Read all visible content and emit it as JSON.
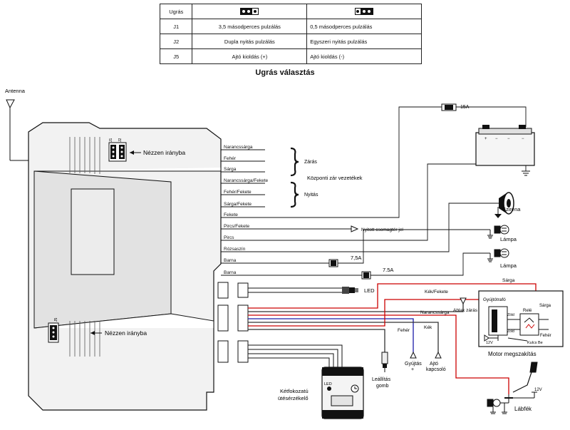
{
  "jump_table": {
    "header_label": "Ugrás",
    "rows": [
      {
        "id": "J1",
        "left": "3,5 másodperces pulzálás",
        "right": "0,5 másodperces pulzálás"
      },
      {
        "id": "J2",
        "left": "Dupla nyitás pulzálás",
        "right": "Egyszeri nyitás pulzálás"
      },
      {
        "id": "J5",
        "left": "Ajtó kioldás (+)",
        "right": "Ajtó kioldás (-)"
      }
    ],
    "caption": "Ugrás választás"
  },
  "unit": {
    "antenna": "Antenna",
    "look_direction_top": "Nézzen irányba",
    "look_direction_bottom": "Nézzen irányba",
    "jumper_j1": "J1",
    "jumper_j2": "J2",
    "jumper_j5": "J5"
  },
  "wires": [
    "Narancssárga",
    "Fehér",
    "Sárga",
    "Narancssárga/Fekete",
    "Fehér/Fekete",
    "Sárga/Fekete",
    "Fekete",
    "Pircs/Fekete",
    "Pircs",
    "Rózsaszín",
    "Barna",
    "Barna"
  ],
  "groups": {
    "locking": "Zárás",
    "unlocking": "Nyitás",
    "central_lock": "Központi zár vezetékek"
  },
  "labels": {
    "fuse_15": "15A",
    "fuse_75a": "7,5A",
    "fuse_75b": "7.5A",
    "siren": "Sziréna",
    "lamp1": "Lámpa",
    "lamp2": "Lámpa",
    "trunk": "Nyitott csomagtér jel",
    "led": "LED",
    "sarga_top": "Sárga",
    "kek_fekete": "Kék/Fekete",
    "ablak_zaras": "Ablak zárás",
    "narancssarga_bottom": "Narancssárga",
    "feher_bottom": "Fehér",
    "kek_bottom": "Kék",
    "gyujtas": "Gyújtás",
    "plus": "+",
    "ajto": "Ajtó",
    "kapcsolo": "kapcsoló",
    "leallitas": "Leállítás",
    "gomb": "gomb",
    "ketfokozatu": "Kétfokozatú",
    "utesérzekelo": "ütésérzékelő",
    "sensor_led": "LED",
    "labfek": "Lábfék",
    "v12_foot": "12V"
  },
  "ignition": {
    "title": "Gyújtótrafó",
    "rele": "Relé",
    "sarga": "Sárga",
    "zold1": "Zöld",
    "zold2": "Zöld",
    "feher": "Fehér",
    "v12": "12V",
    "kulcs": "Kulcs Be",
    "caption": "Motor megszakítás"
  }
}
